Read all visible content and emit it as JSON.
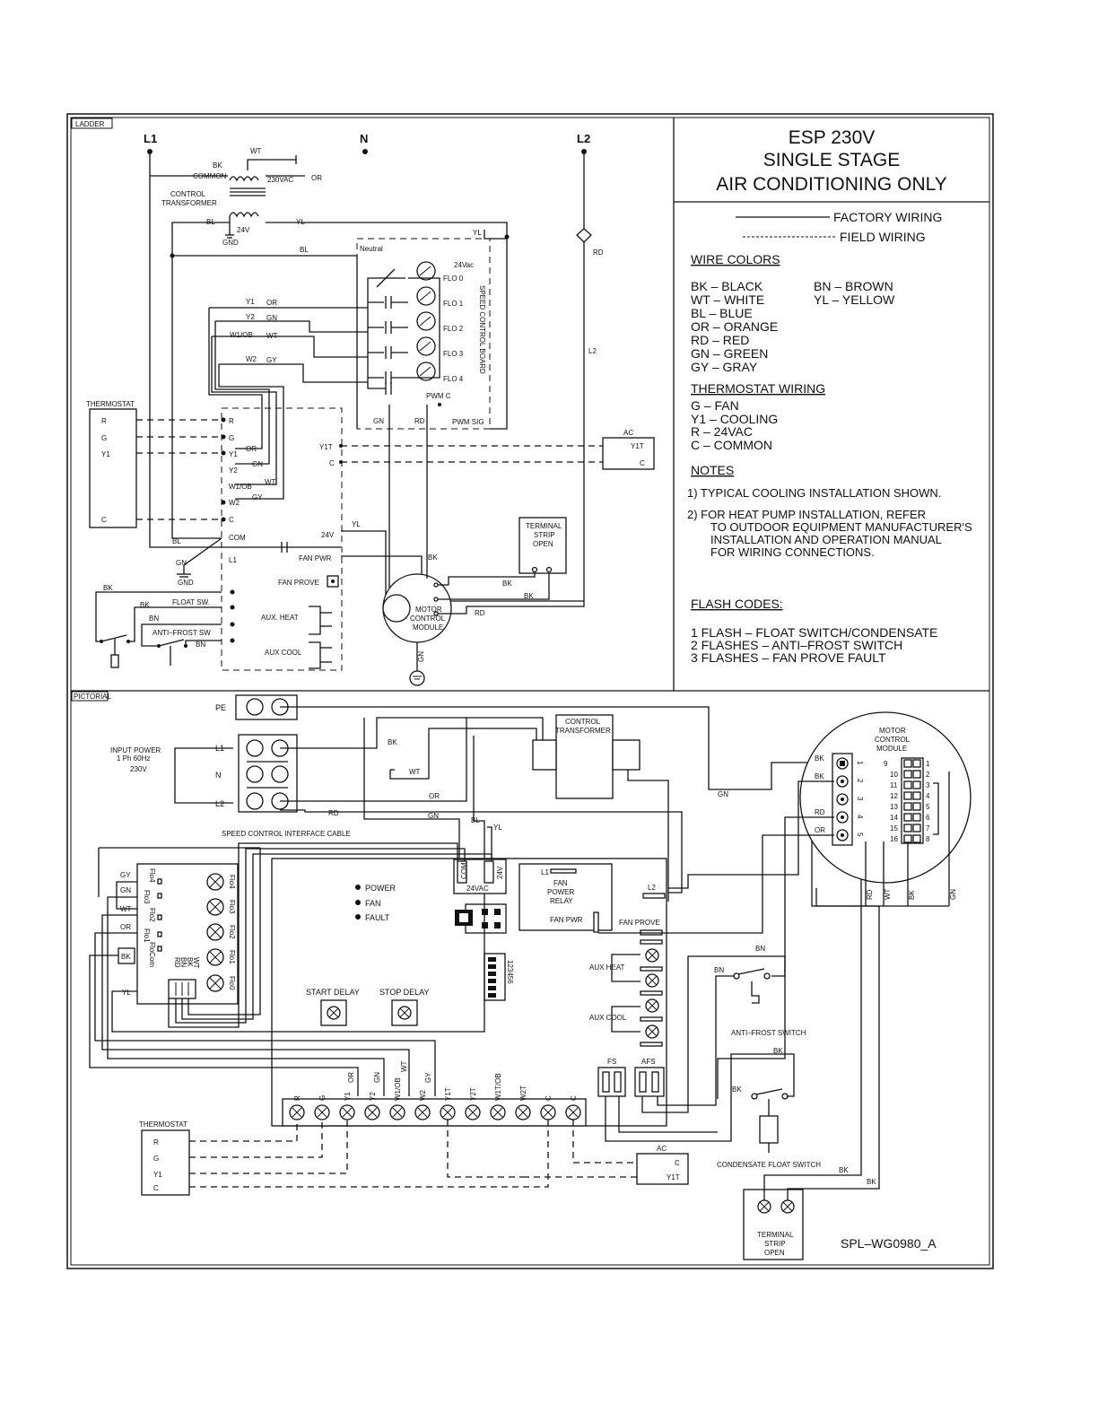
{
  "title": {
    "line1": "ESP  230V",
    "line2": "SINGLE STAGE",
    "line3": "AIR CONDITIONING ONLY"
  },
  "legend": {
    "factory": "FACTORY WIRING",
    "field": "FIELD  WIRING"
  },
  "wire_colors": {
    "heading": "WIRE  COLORS",
    "left": [
      "BK  –  BLACK",
      "WT  –  WHITE",
      "BL  –  BLUE",
      "OR  –  ORANGE",
      "RD  –  RED",
      "GN  –  GREEN",
      "GY  –  GRAY"
    ],
    "right": [
      "BN  –  BROWN",
      "YL  –  YELLOW"
    ]
  },
  "thermostat_wiring": {
    "heading": "THERMOSTAT  WIRING",
    "items": [
      "G  –  FAN",
      "Y1  –  COOLING",
      "R  –  24VAC",
      "C  –  COMMON"
    ]
  },
  "notes": {
    "heading": "NOTES",
    "n1": "1)  TYPICAL  COOLING  INSTALLATION  SHOWN.",
    "n2": [
      "2)  FOR  HEAT  PUMP  INSTALLATION,  REFER",
      "TO  OUTDOOR  EQUIPMENT  MANUFACTURER'S",
      "INSTALLATION  AND  OPERATION  MANUAL",
      "FOR  WIRING  CONNECTIONS."
    ]
  },
  "flash_codes": {
    "heading": "FLASH  CODES:",
    "items": [
      "1  FLASH  –  FLOAT  SWITCH/CONDENSATE",
      "2  FLASHES  –  ANTI–FROST  SWITCH",
      "3  FLASHES  –  FAN  PROVE  FAULT"
    ]
  },
  "ladder": {
    "tag": "LADDER",
    "lines": {
      "l1": "L1",
      "n": "N",
      "l2": "L2"
    },
    "transformer": [
      "CONTROL",
      "TRANSFORMER"
    ],
    "common": "COMMON",
    "v230": "230VAC",
    "v24": "24V",
    "gnd": "GND",
    "gnd2": "GND",
    "neutral": "Neutral",
    "vac24": "24Vac",
    "flo": [
      "FLO 0",
      "FLO 1",
      "FLO 2",
      "FLO 3",
      "FLO 4"
    ],
    "board": "SPEED CONTROL BOARD",
    "pwmc": "PWM C",
    "pwmsig": "PWM SIG",
    "stat_taps": [
      "Y1",
      "Y2",
      "W1/OB",
      "W2"
    ],
    "thermostat": "THERMOSTAT",
    "stat_terms": [
      "R",
      "G",
      "Y1",
      "C"
    ],
    "board_terms": [
      "R",
      "G",
      "Y1",
      "Y2",
      "W1/OB",
      "W2",
      "C",
      "COM",
      "L1"
    ],
    "y1t": "Y1T",
    "c": "C",
    "v24b": "24V",
    "ac": "AC",
    "ac_terms": [
      "Y1T",
      "C"
    ],
    "fan_pwr": "FAN PWR",
    "fan_prove": "FAN PROVE",
    "aux_heat": "AUX. HEAT",
    "aux_cool": "AUX COOL",
    "float_sw": "FLOAT SW.",
    "anti_frost": "ANTI–FROST SW",
    "terminal_strip": [
      "TERMINAL",
      "STRIP",
      "OPEN"
    ],
    "motor": [
      "MOTOR",
      "CONTROL",
      "MODULE"
    ],
    "wire_tags": {
      "wt": "WT",
      "bk": "BK",
      "or": "OR",
      "bl": "BL",
      "yl": "YL",
      "rd": "RD",
      "gn": "GN",
      "wt2": "WT",
      "gy": "GY",
      "bn": "BN",
      "l2": "L2"
    }
  },
  "pictorial": {
    "tag": "PICTORIAL",
    "pe": "PE",
    "input_power": [
      "INPUT POWER",
      "1 Ph 60Hz",
      "230V"
    ],
    "lines": [
      "L1",
      "N",
      "L2"
    ],
    "transformer": [
      "CONTROL",
      "TRANSFORMER"
    ],
    "cable": "SPEED CONTROL INTERFACE CABLE",
    "leds": [
      "POWER",
      "FAN",
      "FAULT"
    ],
    "com": "COM",
    "v24": "24V",
    "vac24": "24VAC",
    "relay": [
      "FAN",
      "POWER",
      "RELAY"
    ],
    "fan_pwr": "FAN  PWR",
    "fan_prove": "FAN  PROVE",
    "aux_heat": "AUX  HEAT",
    "aux_cool": "AUX  COOL",
    "start_delay": "START  DELAY",
    "stop_delay": "STOP  DELAY",
    "dip": "123456",
    "flo_left": [
      "Flo4",
      "Flo3",
      "Flo2",
      "Flo1",
      "FloCom"
    ],
    "flo_right": [
      "Flo4",
      "Flo3",
      "Flo2",
      "Flo1",
      "Flo0"
    ],
    "scb_side": [
      "RD",
      "BN",
      "BK",
      "WT"
    ],
    "terminals": [
      "R",
      "G",
      "Y1",
      "Y2",
      "W1/OB",
      "W2",
      "Y1T",
      "Y2T",
      "W1T/OB",
      "W2T",
      "C",
      "C"
    ],
    "term_wires": [
      "OR",
      "GN",
      "WT",
      "GY"
    ],
    "fs": "FS",
    "afs": "AFS",
    "anti_frost": "ANTI–FROST  SWITCH",
    "float": "CONDENSATE  FLOAT  SWITCH",
    "thermostat": "THERMOSTAT",
    "stat_terms": [
      "R",
      "G",
      "Y1",
      "C"
    ],
    "ac": "AC",
    "ac_terms": [
      "C",
      "Y1T"
    ],
    "terminal_strip": [
      "TERMINAL",
      "STRIP",
      "OPEN"
    ],
    "motor": [
      "MOTOR",
      "CONTROL",
      "MODULE"
    ],
    "motor_pins_big": [
      "1",
      "2",
      "3",
      "4",
      "5"
    ],
    "motor_pins_small_left": [
      "9",
      "10",
      "11",
      "12",
      "13",
      "14",
      "15",
      "16"
    ],
    "motor_pins_small_right": [
      "1",
      "2",
      "3",
      "4",
      "5",
      "6",
      "7",
      "8"
    ],
    "motor_wires": [
      "BK",
      "BK",
      "RD",
      "OR"
    ],
    "bottom_wires": [
      "RD",
      "WT",
      "BK",
      "GN"
    ],
    "l1": "L1",
    "l2": "L2",
    "wire_tags": {
      "bk": "BK",
      "wt": "WT",
      "or": "OR",
      "rd": "RD",
      "gn": "GN",
      "bl": "BL",
      "yl": "YL",
      "gy": "GY",
      "bn": "BN"
    }
  },
  "doc_id": "SPL–WG0980_A"
}
